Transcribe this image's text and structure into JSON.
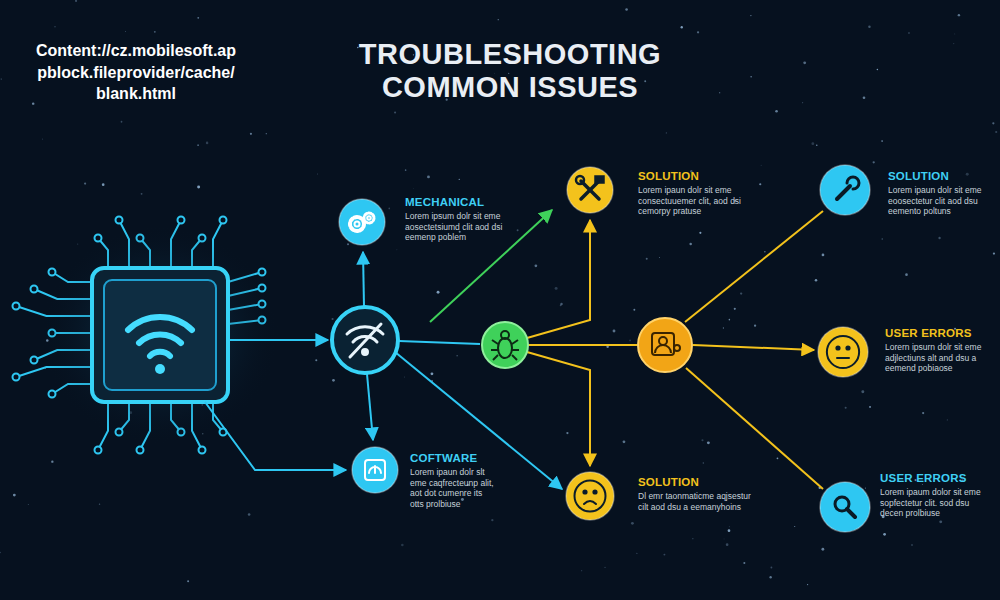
{
  "diagram": {
    "title": "TROUBLESHOOTING COMMON ISSUES",
    "nodes": [
      {
        "text": [
          "MECHANICAL",
          "Lorem ipsum dolr sit eme aosectetsiumd clit aod dsi eemenp poblem"
        ]
      },
      {
        "text": [
          "COFTWARE",
          "Lorem ipaun dolr slt eme caqfrecteunp alit, aot dot cumenre its otts prolbiuse"
        ]
      },
      {
        "text": [
          "SOLUTION",
          "Lorem ipaun dolr sit eme consectuuemer clit, aod dsi cemorpy pratuse"
        ]
      },
      {
        "text": [
          "SOLUTION",
          "Lorem ipaun dolr sit eme eoosectetur clit aod dsu eemento poltuns"
        ]
      },
      {
        "text": [
          "USER ERRORS",
          "Lorern ipsurn dolr sit eme adjlectiuns alt and dsu a eemend pobiaose"
        ]
      },
      {
        "text": [
          "SOLUTION",
          "Dl emr taonmaticme aqjsestur cilt aod dsu a eemanyhoins"
        ]
      },
      {
        "text": [
          "USER ERRORS",
          "Lorem ipaum dolor sit eme sopfectetur clit. sod dsu decen prolbiuse"
        ]
      }
    ],
    "labels": [
      "Content://cz.mobilesoft.appblock.fileprovider/cache/blank.html"
    ]
  }
}
